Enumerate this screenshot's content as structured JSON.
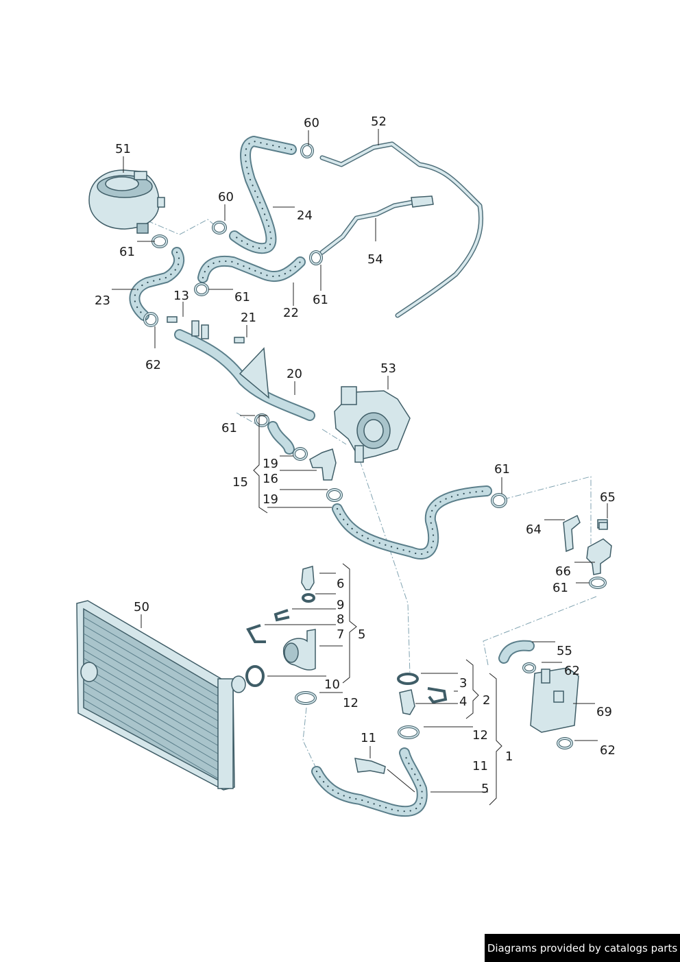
{
  "labels": {
    "l51": "51",
    "l60a": "60",
    "l52": "52",
    "l60b": "60",
    "l24": "24",
    "l61a": "61",
    "l23": "23",
    "l13": "13",
    "l61b": "61",
    "l22": "22",
    "l61c": "61",
    "l54": "54",
    "l21": "21",
    "l62a": "62",
    "l20": "20",
    "l53": "53",
    "l61d": "61",
    "l19a": "19",
    "l16": "16",
    "l15": "15",
    "l19b": "19",
    "l61e": "61",
    "l65": "65",
    "l64": "64",
    "l66": "66",
    "l61f": "61",
    "l6": "6",
    "l9": "9",
    "l8": "8",
    "l7": "7",
    "l5a": "5",
    "l50": "50",
    "l10": "10",
    "l12a": "12",
    "l55": "55",
    "l62b": "62",
    "l3": "3",
    "l4": "4",
    "l2": "2",
    "l69": "69",
    "l12b": "12",
    "l62c": "62",
    "l11a": "11",
    "l11b": "11",
    "l1": "1",
    "l5b": "5"
  },
  "footer": {
    "text": "Diagrams provided by catalogs parts"
  }
}
